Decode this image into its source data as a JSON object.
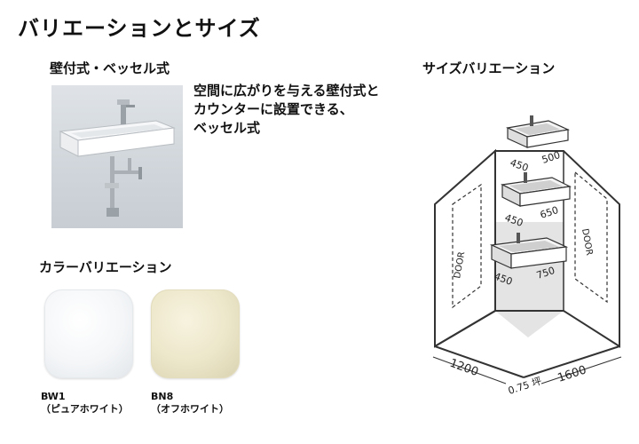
{
  "page": {
    "title": "バリエーションとサイズ"
  },
  "wall_type": {
    "heading": "壁付式・ベッセル式",
    "description_lines": [
      "空間に広がりを与える壁付式と",
      "カウンターに設置できる、",
      "ベッセル式"
    ]
  },
  "size_variation": {
    "heading": "サイズバリエーション",
    "sinks": [
      {
        "depth": "450",
        "width": "500"
      },
      {
        "depth": "450",
        "width": "650"
      },
      {
        "depth": "450",
        "width": "750"
      }
    ],
    "door_label": "DOOR",
    "room_width": "1200",
    "room_area": "0.75 坪",
    "room_depth": "1600"
  },
  "color_variation": {
    "heading": "カラーバリエーション",
    "colors": [
      {
        "code": "BW1",
        "name": "（ピュアホワイト）",
        "hex": "#f4f6f8"
      },
      {
        "code": "BN8",
        "name": "（オフホワイト）",
        "hex": "#ece6c9"
      }
    ]
  }
}
